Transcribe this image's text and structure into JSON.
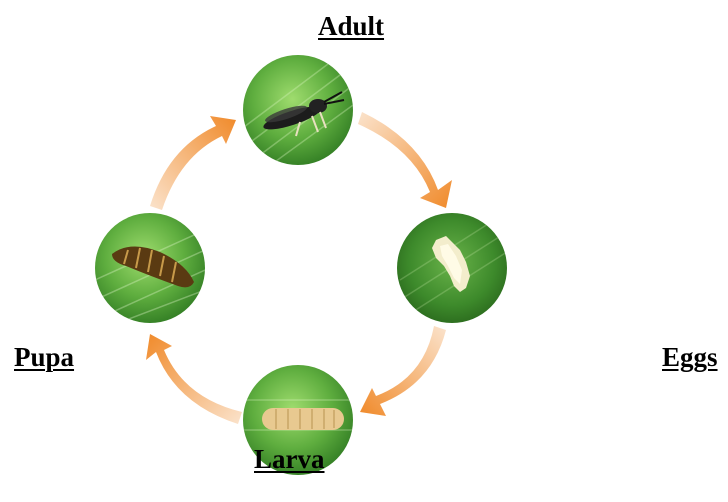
{
  "labels": {
    "adult": "Adult",
    "pupa": "Pupa",
    "eggs": "Eggs",
    "larva": "Larva"
  },
  "colors": {
    "arrow": "#f08a2a",
    "leaf_dark": "#3f8c2e",
    "leaf_light": "#8fd166",
    "text": "#000000"
  },
  "stages": [
    "adult",
    "eggs",
    "larva",
    "pupa"
  ]
}
